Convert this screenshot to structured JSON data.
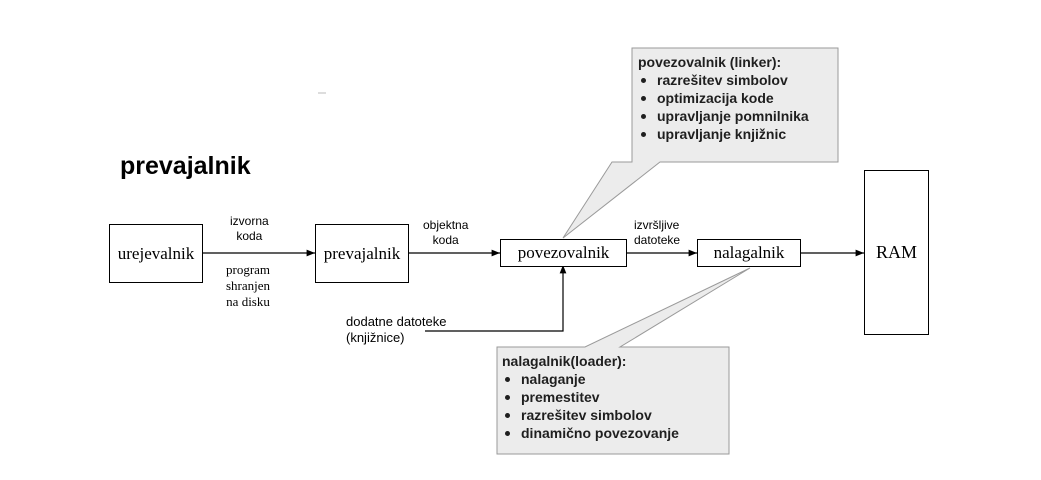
{
  "heading": "prevajalnik",
  "nodes": {
    "editor": "urejevalnik",
    "compiler": "prevajalnik",
    "linker": "povezovalnik",
    "loader": "nalagalnik",
    "ram": "RAM"
  },
  "edge_labels": {
    "source": [
      "izvorna",
      "koda"
    ],
    "stored": [
      "program",
      "shranjen",
      "na disku"
    ],
    "object": [
      "objektna",
      "koda"
    ],
    "executable": [
      "izvršljive",
      "datoteke"
    ],
    "extra_files": [
      "dodatne datoteke",
      "(knjižnice)"
    ]
  },
  "linker_callout": {
    "title": "povezovalnik (linker):",
    "items": [
      "razrešitev simbolov",
      "optimizacija kode",
      "upravljanje pomnilnika",
      "upravljanje knjižnic"
    ]
  },
  "loader_callout": {
    "title": "nalagalnik(loader):",
    "items": [
      "nalaganje",
      "premestitev",
      "razrešitev simbolov",
      "dinamično povezovanje"
    ]
  },
  "colors": {
    "callout_fill": "#ececec",
    "callout_border": "#9a9a9a",
    "stroke": "#000000"
  }
}
